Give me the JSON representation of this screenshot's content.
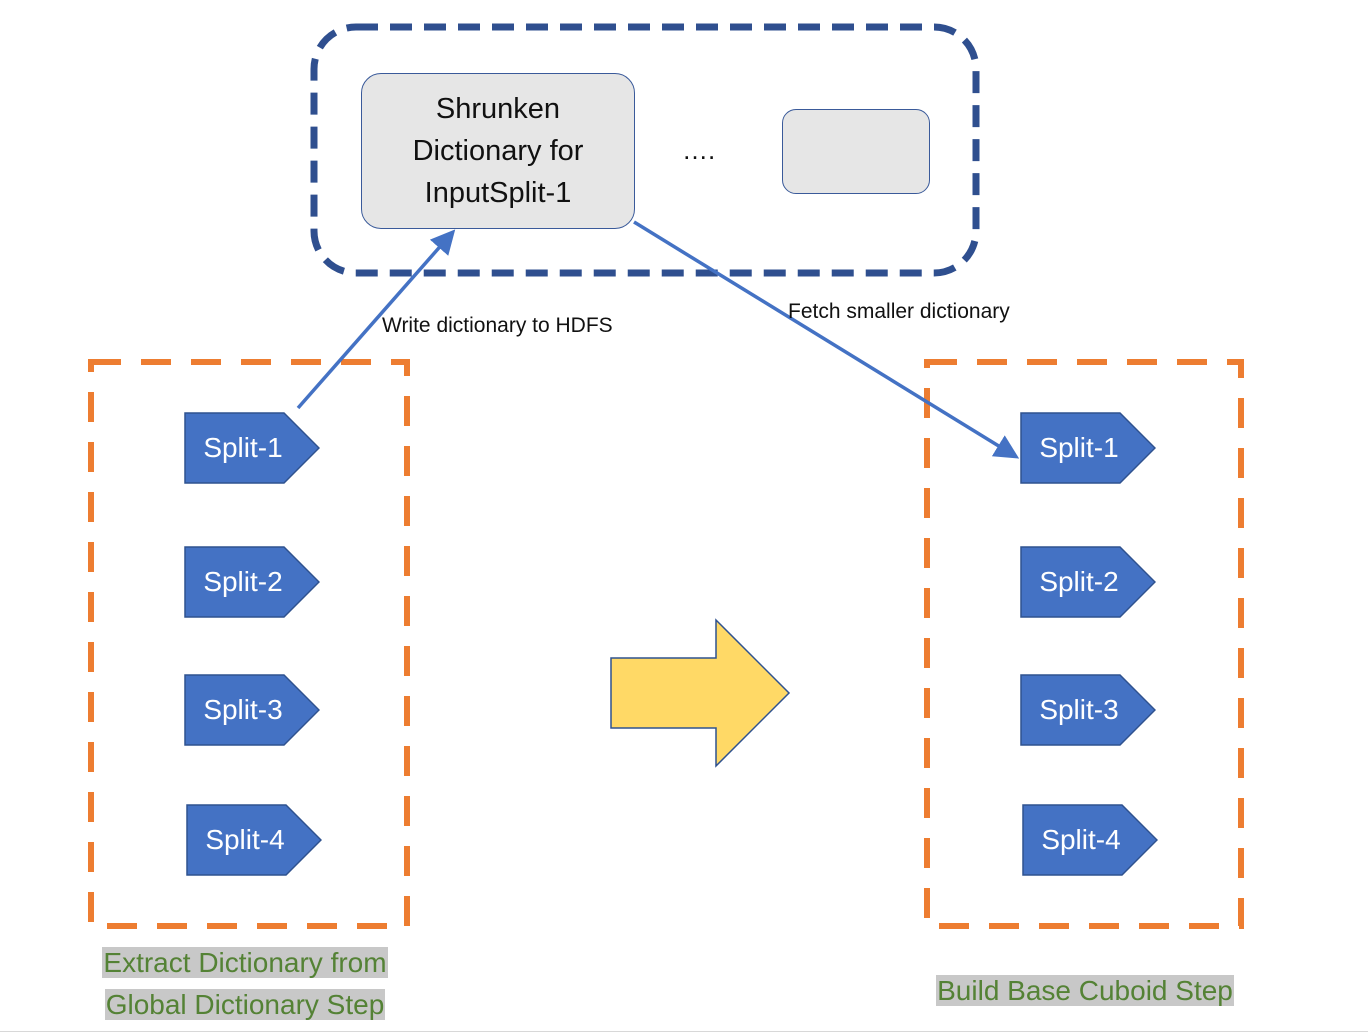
{
  "colors": {
    "split_fill": "#4472c4",
    "split_border": "#2f528f",
    "group_border_orange": "#ed7d31",
    "container_border_blue": "#2f4f8f",
    "arrow_blue": "#4472c4",
    "big_arrow_fill": "#ffd966",
    "step_label_green": "#548235"
  },
  "shrunken_box": {
    "lines": [
      "Shrunken",
      "Dictionary for",
      "InputSplit-1"
    ]
  },
  "ellipsis": "….",
  "edges": {
    "write": "Write dictionary to HDFS",
    "fetch": "Fetch smaller dictionary"
  },
  "left_group": {
    "splits": [
      "Split-1",
      "Split-2",
      "Split-3",
      "Split-4"
    ],
    "label_lines": [
      "Extract Dictionary from",
      "Global Dictionary Step"
    ]
  },
  "right_group": {
    "splits": [
      "Split-1",
      "Split-2",
      "Split-3",
      "Split-4"
    ],
    "label": "Build Base Cuboid Step"
  },
  "big_arrow_icon": "right-block-arrow-icon"
}
